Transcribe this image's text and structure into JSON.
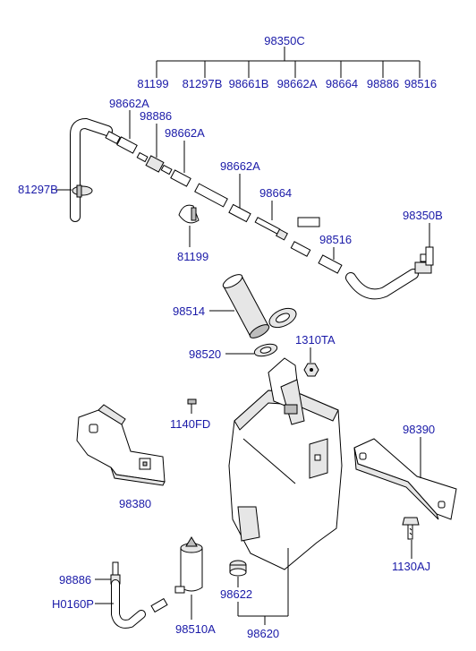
{
  "labels": {
    "kit": "98350C",
    "kit_81199": "81199",
    "kit_81297B": "81297B",
    "kit_98661B": "98661B",
    "kit_98662A": "98662A",
    "kit_98664": "98664",
    "kit_98886": "98886",
    "kit_98516": "98516",
    "hose_a": "98662A",
    "check_valve": "98886",
    "hose_b": "98662A",
    "clip_left": "81297B",
    "hose_c": "98662A",
    "connector": "98664",
    "clip_mid": "81199",
    "joint": "98516",
    "nozzle": "98350B",
    "filler": "98514",
    "seal": "98520",
    "nut": "1310TA",
    "bolt_left": "1140FD",
    "bracket_left": "98380",
    "bracket_right": "98390",
    "bolt_right": "1130AJ",
    "valve_bottom": "98886",
    "hose_bottom": "H0160P",
    "pump": "98510A",
    "grommet": "98622",
    "reservoir": "98620"
  }
}
